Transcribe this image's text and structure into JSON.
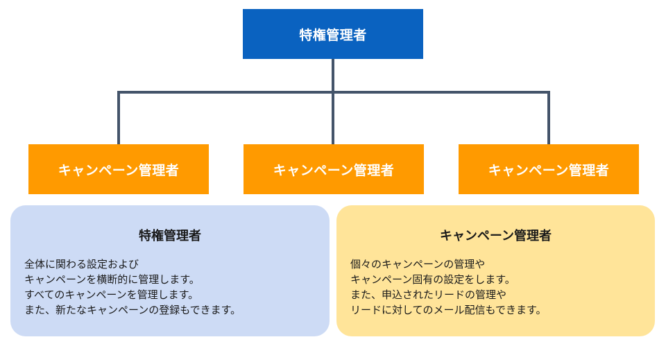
{
  "root": {
    "label": "特権管理者"
  },
  "children": [
    {
      "label": "キャンペーン管理者"
    },
    {
      "label": "キャンペーン管理者"
    },
    {
      "label": "キャンペーン管理者"
    }
  ],
  "cards": [
    {
      "title": "特権管理者",
      "lines": [
        "全体に関わる設定および",
        "キャンペーンを横断的に管理します。",
        "すべてのキャンペーンを管理します。",
        "また、新たなキャンペーンの登録もできます。"
      ]
    },
    {
      "title": "キャンペーン管理者",
      "lines": [
        "個々のキャンペーンの管理や",
        "キャンペーン固有の設定をします。",
        "また、申込されたリードの管理や",
        "リードに対してのメール配信もできます。"
      ]
    }
  ],
  "colors": {
    "root": "#0a62c0",
    "child": "#ff9a00",
    "connector": "#44546a",
    "card_left": "#cddbf5",
    "card_right": "#ffe499"
  }
}
